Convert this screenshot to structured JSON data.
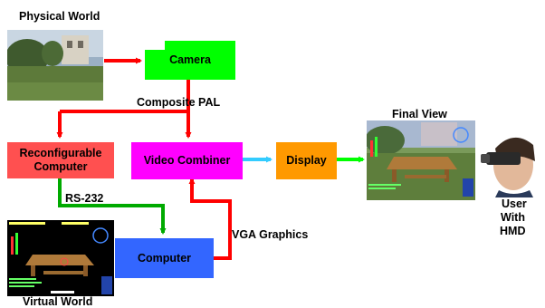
{
  "labels": {
    "physical_world": "Physical World",
    "composite_pal": "Composite PAL",
    "rs232": "RS-232",
    "vga_graphics": "VGA Graphics",
    "virtual_world": "Virtual World",
    "final_view": "Final View",
    "user_line1": "User",
    "user_line2": "With",
    "user_line3": "HMD"
  },
  "boxes": {
    "camera": "Camera",
    "reconfigurable_line1": "Reconfigurable",
    "reconfigurable_line2": "Computer",
    "video_combiner": "Video Combiner",
    "display": "Display",
    "computer": "Computer"
  },
  "colors": {
    "camera": "#00ff00",
    "reconfigurable": "#ff5050",
    "video_combiner": "#ff00ff",
    "display": "#ff9900",
    "computer": "#3366ff",
    "arrow_red": "#ff0000",
    "arrow_green": "#00aa00",
    "arrow_cyan": "#33ccff",
    "arrow_lime": "#00ff00"
  }
}
